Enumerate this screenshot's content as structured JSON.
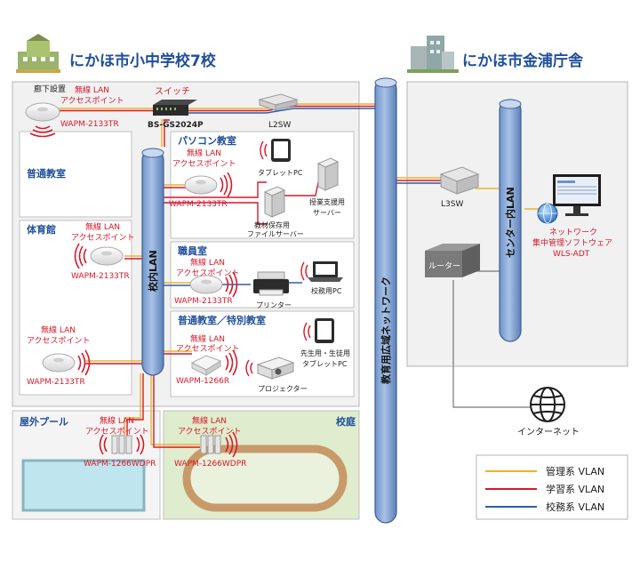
{
  "school": {
    "title": "にかほ市小中学校7校",
    "corridor_label": "廊下設置",
    "switch_label": "スイッチ",
    "switch_model": "BS-GS2024P",
    "l2sw": "L2SW",
    "lan_label": "校内LAN",
    "ap_label_1": "無線 LAN",
    "ap_label_2": "アクセスポイント",
    "model_2133": "WAPM-2133TR",
    "model_1266r": "WAPM-1266R",
    "model_1266wdpr": "WAPM-1266WDPR",
    "pc_room": "パソコン教室",
    "tablet_pc": "タブレットPC",
    "lesson_server_1": "授業支援用",
    "lesson_server_2": "サーバー",
    "file_server_1": "教材保存用",
    "file_server_2": "ファイルサーバー",
    "staff_room": "職員室",
    "printer": "プリンター",
    "office_pc": "校務用PC",
    "general_room": "普通教室",
    "gym": "体育館",
    "special_room": "普通教室／特別教室",
    "teacher_tablet_1": "先生用・生徒用",
    "teacher_tablet_2": "タブレットPC",
    "projector": "プロジェクター",
    "pool": "屋外プール",
    "schoolyard": "校庭"
  },
  "wan_label": "教育用広域ネットワーク",
  "center": {
    "title": "にかほ市金浦庁舎",
    "l3sw": "L3SW",
    "router": "ルーター",
    "lan_label": "センター内LAN",
    "software_1": "ネットワーク",
    "software_2": "集中管理ソフトウェア",
    "software_3": "WLS-ADT"
  },
  "internet": "インターネット",
  "legend": {
    "items": [
      {
        "label": "管理系 VLAN",
        "color": "#f3b12a"
      },
      {
        "label": "学習系 VLAN",
        "color": "#d7192b"
      },
      {
        "label": "校務系 VLAN",
        "color": "#2c5fa8"
      }
    ]
  }
}
